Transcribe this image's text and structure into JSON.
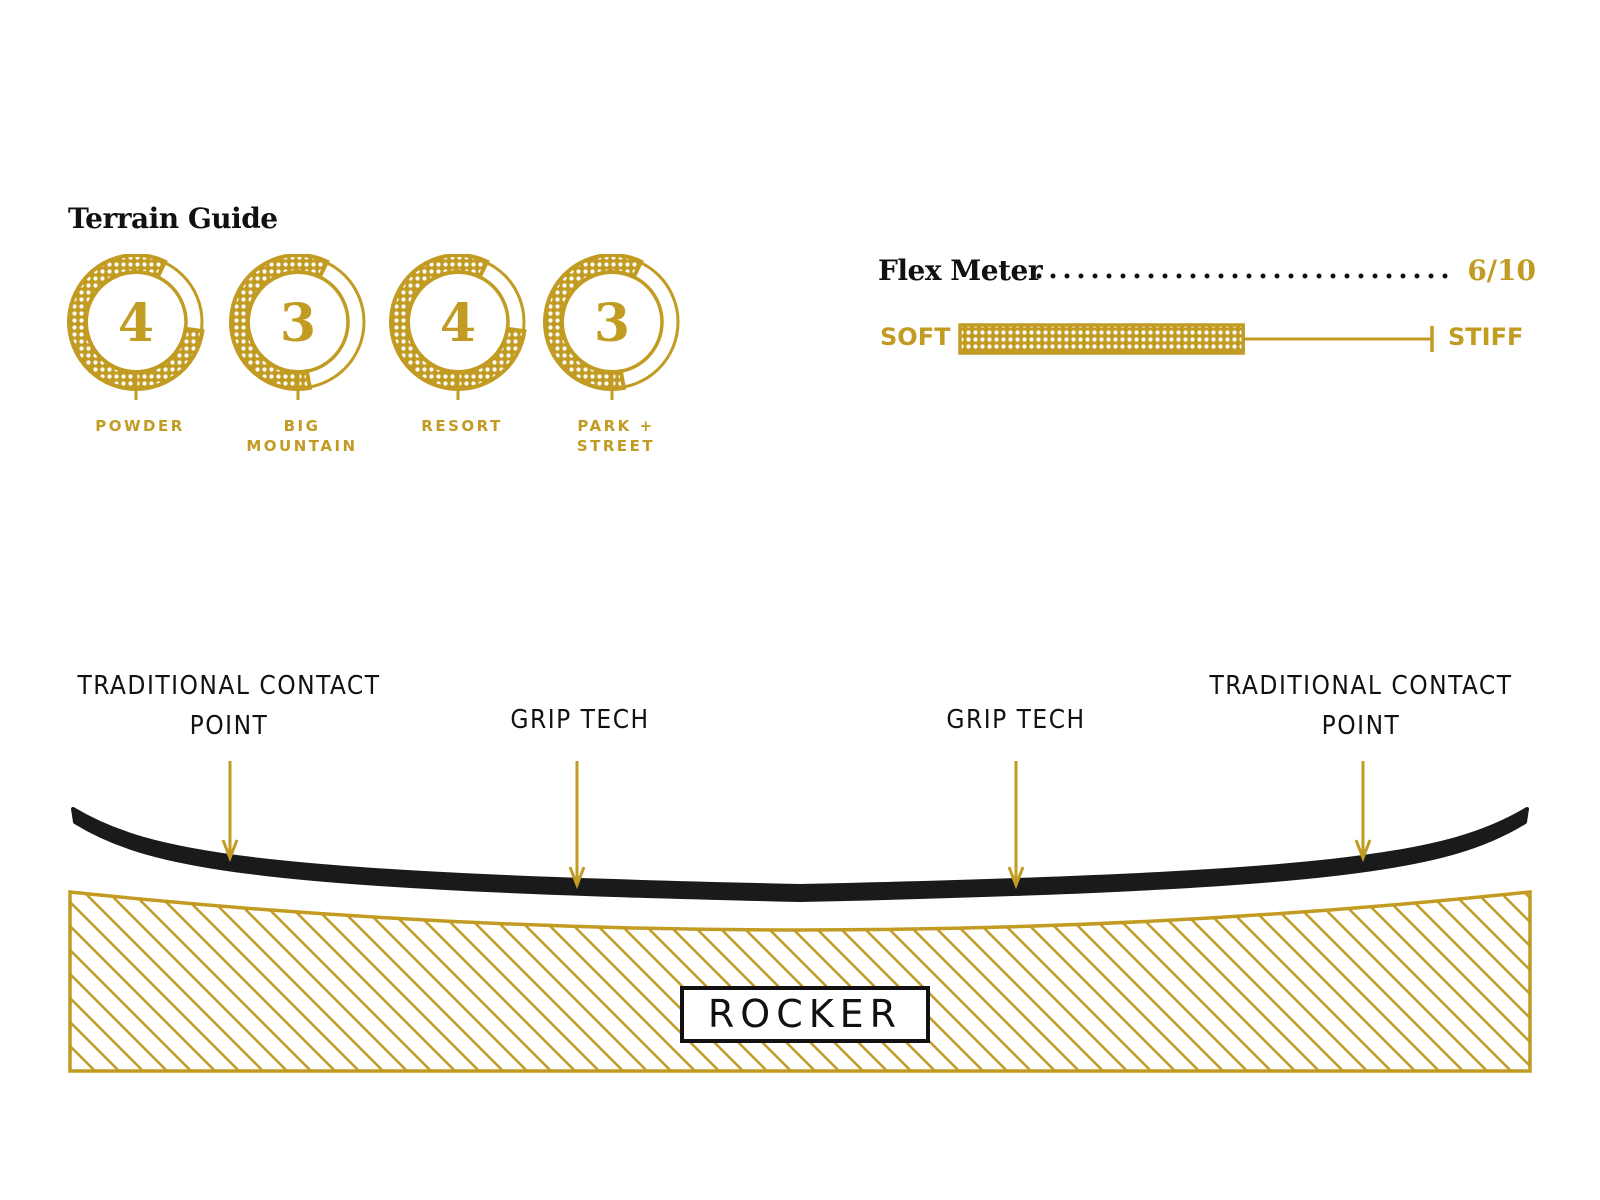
{
  "colors": {
    "gold": "#C29B22",
    "ink": "#111111",
    "background": "#FFFFFF"
  },
  "terrain_guide": {
    "title": "Terrain Guide",
    "max_rating": 5,
    "items": [
      {
        "rating": 4,
        "label": "POWDER"
      },
      {
        "rating": 3,
        "label": "BIG\nMOUNTAIN"
      },
      {
        "rating": 4,
        "label": "RESORT"
      },
      {
        "rating": 3,
        "label": "PARK +\nSTREET"
      }
    ]
  },
  "flex_meter": {
    "title": "Flex Meter",
    "value_text": "6/10",
    "value": 6,
    "max": 10,
    "min_label": "SOFT",
    "max_label": "STIFF"
  },
  "profile": {
    "type_label": "ROCKER",
    "callouts": [
      {
        "text": "TRADITIONAL CONTACT\nPOINT"
      },
      {
        "text": "GRIP TECH"
      },
      {
        "text": "GRIP TECH"
      },
      {
        "text": "TRADITIONAL CONTACT\nPOINT"
      }
    ]
  }
}
